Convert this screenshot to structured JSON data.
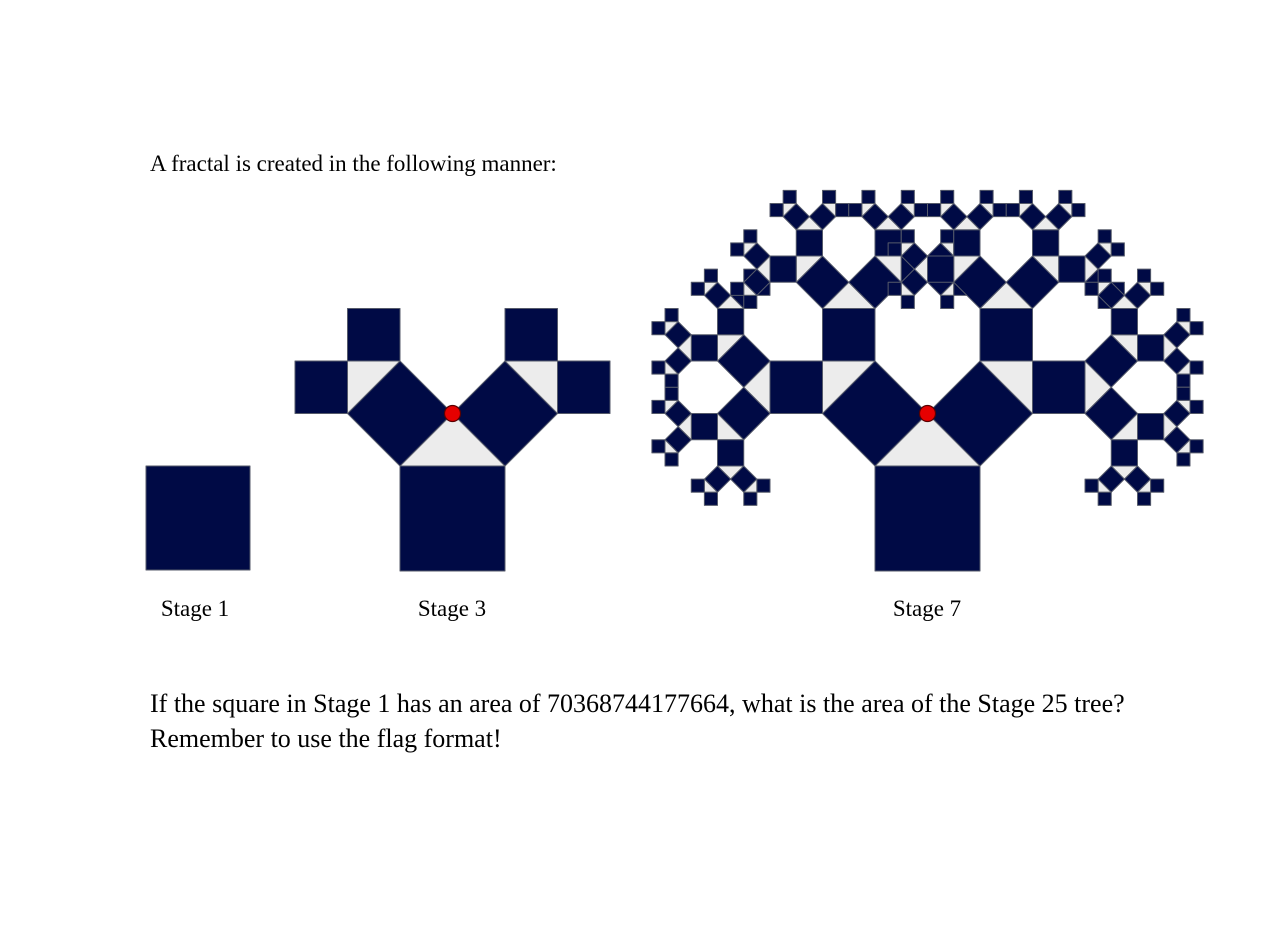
{
  "intro_text": "A fractal is created in the following manner:",
  "stages": [
    {
      "label": "Stage 1",
      "depth": 1,
      "pivot_marker": false
    },
    {
      "label": "Stage 3",
      "depth": 3,
      "pivot_marker": true
    },
    {
      "label": "Stage 7",
      "depth": 7,
      "pivot_marker": true
    }
  ],
  "question": {
    "line1": "If the square in Stage 1 has an area of 70368744177664, what is the area of the Stage 25 tree?",
    "line2": "Remember to use the flag format!"
  },
  "colors": {
    "square_fill": "#000a45",
    "triangle_fill": "#ececec",
    "outline": "#555a6a",
    "pivot_marker": "#e60000"
  }
}
